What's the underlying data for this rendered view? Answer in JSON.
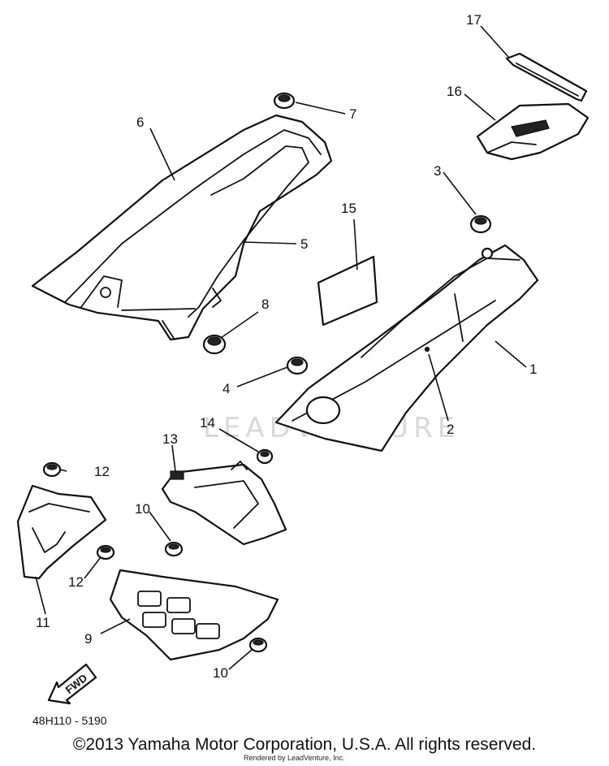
{
  "diagram": {
    "callouts": {
      "c1": "1",
      "c2": "2",
      "c3": "3",
      "c4": "4",
      "c5": "5",
      "c6": "6",
      "c7": "7",
      "c8": "8",
      "c9": "9",
      "c10a": "10",
      "c10b": "10",
      "c11": "11",
      "c12a": "12",
      "c12b": "12",
      "c13": "13",
      "c14": "14",
      "c15": "15",
      "c16": "16",
      "c17": "17"
    },
    "direction_label": "FWD",
    "diagram_code": "48H110 - 5190",
    "watermark": "LEADVENTURE",
    "rendered_by": "Rendered by LeadVenture, Inc."
  },
  "footer": {
    "copyright": "©2013 Yamaha Motor Corporation, U.S.A. All rights reserved."
  }
}
